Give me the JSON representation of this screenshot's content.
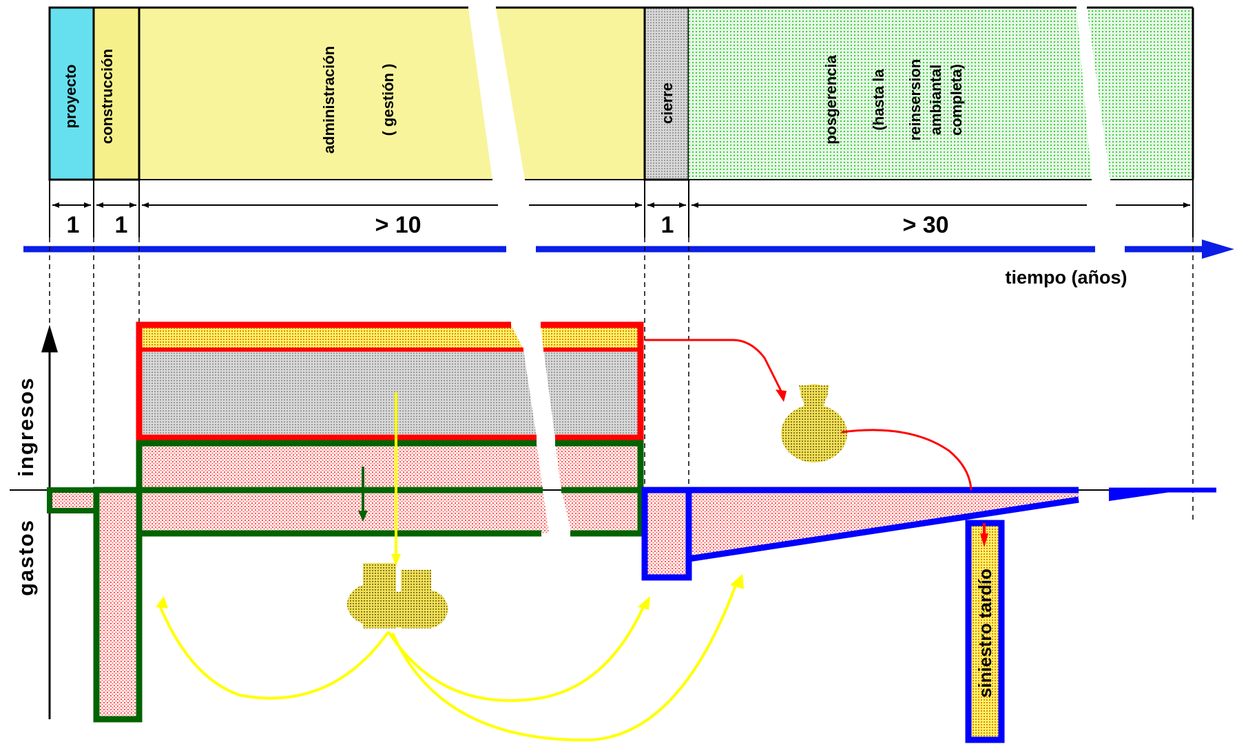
{
  "phases": {
    "proyecto": {
      "lines": [
        "proyecto"
      ],
      "color": "#66e0ee"
    },
    "construccion": {
      "lines": [
        "construcción"
      ],
      "color": "#f6f08a"
    },
    "administracion": {
      "lines": [
        "administración",
        "( gestión )"
      ],
      "color": "#f8f49c"
    },
    "cierre": {
      "lines": [
        "cierre"
      ],
      "color": "#c4c4c4"
    },
    "posgerencia": {
      "lines": [
        "posgerencia",
        "(hasta la",
        "reinsersion",
        "ambiantal",
        "completa)"
      ],
      "color": "#a8e8a8"
    }
  },
  "durations": {
    "proyecto": "1",
    "construccion": "1",
    "administracion": "> 10",
    "cierre": "1",
    "posgerencia": "> 30"
  },
  "timeline": {
    "label": "tiempo (años)",
    "color": "#0a1ee6"
  },
  "axis": {
    "up_label": "ingresos",
    "down_label": "gastos"
  },
  "late_claim": {
    "label": "siniestro tardío",
    "color": "#f3d32a"
  },
  "colors": {
    "revenue": "#ff0000",
    "expense_admin": "#006400",
    "expense_post": "#0000ff",
    "money_flow": "#ffff00",
    "money_bag": "#c8b400",
    "hatch": "#ff6060"
  }
}
